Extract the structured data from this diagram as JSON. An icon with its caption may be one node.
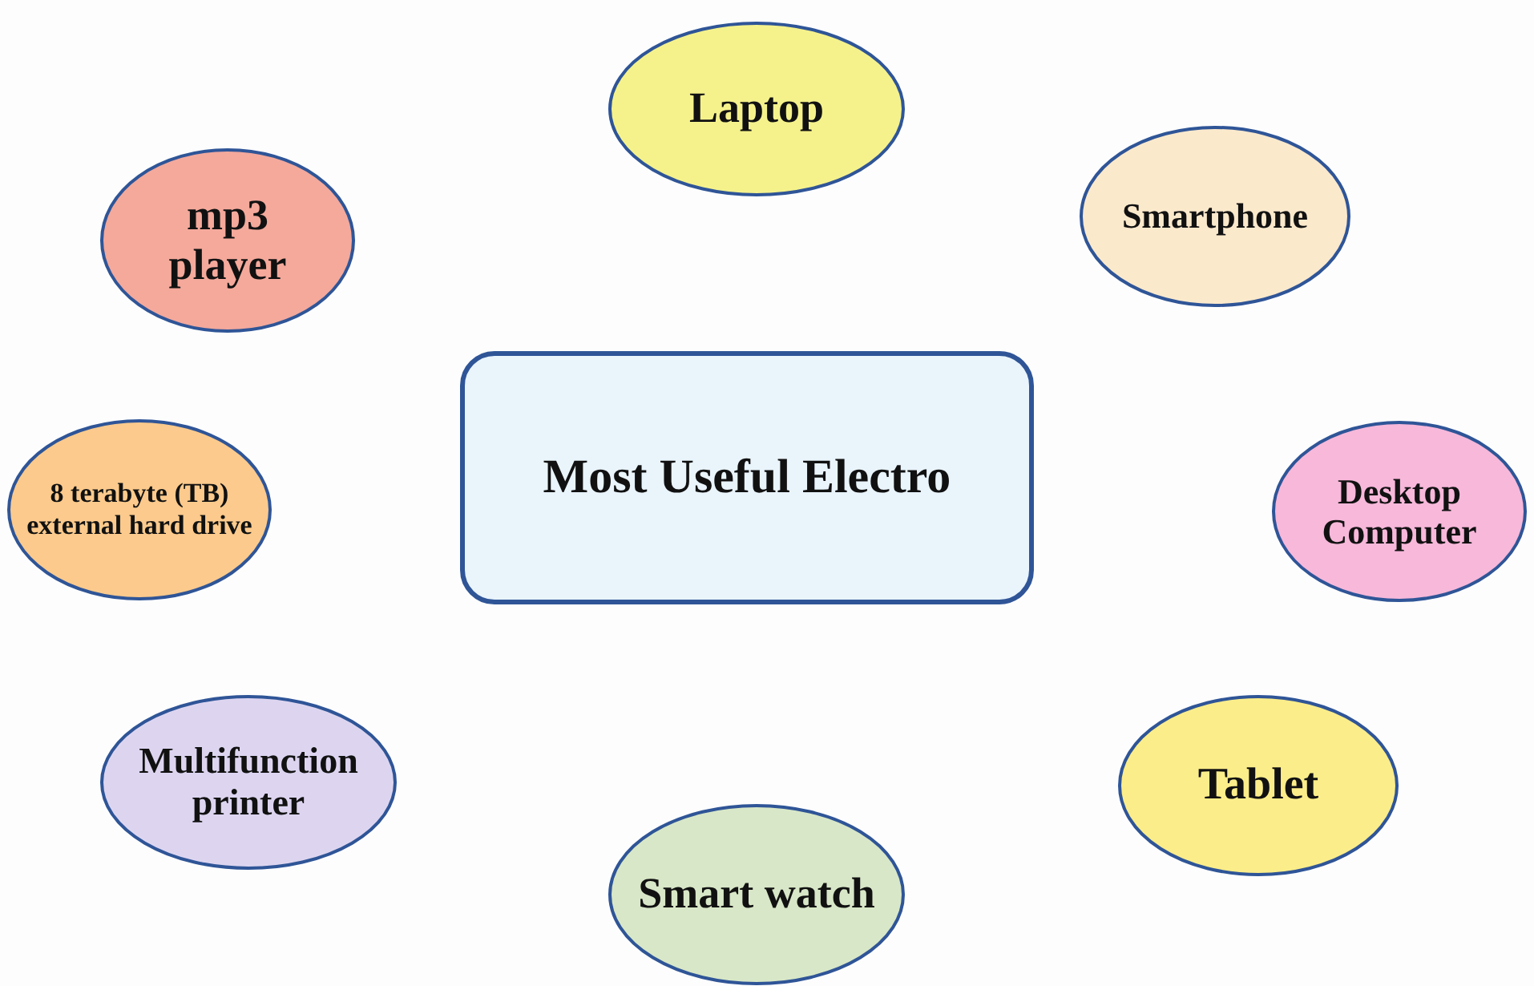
{
  "diagram": {
    "nodes": [
      {
        "text": [
          "Laptop"
        ]
      },
      {
        "text": [
          "mp3 player"
        ]
      },
      {
        "text": [
          "Smartphone"
        ]
      },
      {
        "text": [
          "Most Useful Electro"
        ]
      },
      {
        "text": [
          "8 terabyte (TB) external hard drive"
        ]
      },
      {
        "text": [
          "Desktop Computer"
        ]
      },
      {
        "text": [
          "Multifunction printer"
        ]
      },
      {
        "text": [
          "Tablet"
        ]
      },
      {
        "text": [
          "Smart watch"
        ]
      }
    ]
  }
}
